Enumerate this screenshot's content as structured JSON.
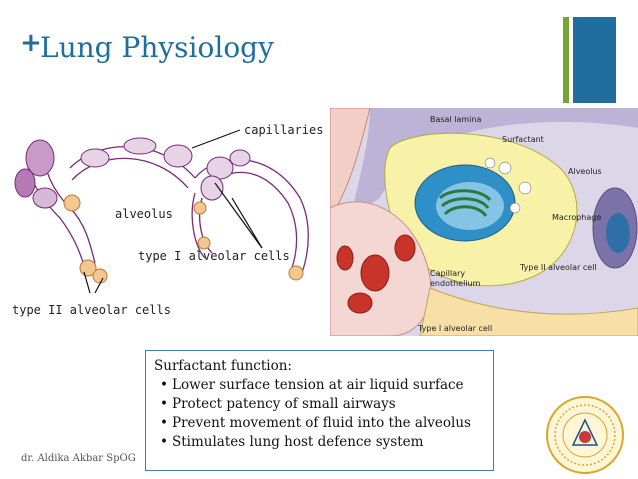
{
  "slide": {
    "plus": "+",
    "title": "Lung Physiology",
    "author": "dr. Aldika Akbar SpOG"
  },
  "left_diagram": {
    "labels": {
      "capillaries": "capillaries",
      "alveolus": "alveolus",
      "type1": "type I alveolar cells",
      "type2": "type II alveolar cells"
    }
  },
  "right_diagram": {
    "labels": {
      "basal_lamina": "Basal lamina",
      "surfactant": "Surfactant",
      "alveolus": "Alveolus",
      "macrophage": "Macrophage",
      "type2": "Type II alveolar cell",
      "capillary": "Capillary",
      "endothelium": "endothelium",
      "type1": "Type I alveolar cell"
    }
  },
  "surfactant_box": {
    "heading": "Surfactant function:",
    "items": [
      "Lower surface tension at air liquid surface",
      "Protect patency of small airways",
      "Prevent movement of fluid into the alveolus",
      "Stimulates lung host defence system"
    ]
  },
  "colors": {
    "accent_blue": "#1f6e9e",
    "accent_green": "#76a631"
  }
}
